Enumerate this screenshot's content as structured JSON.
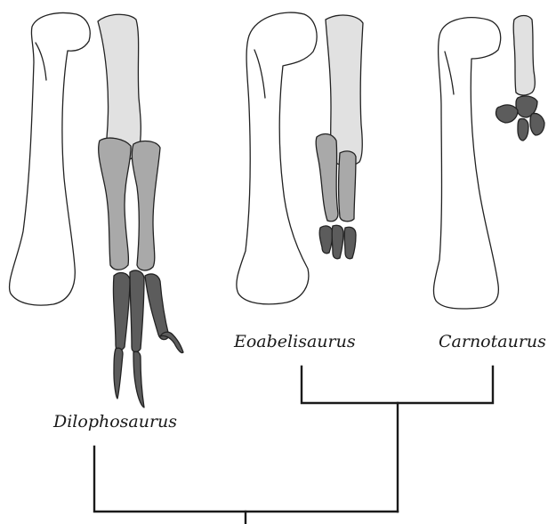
{
  "figure": {
    "taxa": [
      {
        "name": "Dilophosaurus"
      },
      {
        "name": "Eoabelisaurus"
      },
      {
        "name": "Carnotaurus"
      }
    ],
    "colors": {
      "humerus": "#ffffff",
      "radius_ulna": "#e1e1e1",
      "carpals_metacarpals": "#a9a9a9",
      "phalanges": "#5c5c5c",
      "outline": "#222222",
      "tree": "#1a1a1a"
    }
  }
}
